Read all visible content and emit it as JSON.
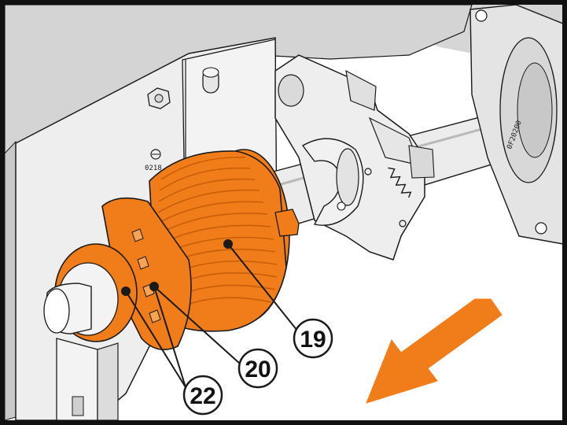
{
  "colors": {
    "housing": "#d2d2d2",
    "panel": "#e9e9e9",
    "panel_dark": "#bdbdbd",
    "orange": "#f07d1a",
    "orange_dark": "#c85e08",
    "orange_light": "#f7a351",
    "metal": "#e4e4e4",
    "outline": "#1a1a1a",
    "frame": "#111111"
  },
  "labels": {
    "stamp_code": "0218",
    "flange_marking": "0F20200"
  },
  "callouts": [
    {
      "id": "19",
      "text": "19"
    },
    {
      "id": "20",
      "text": "20"
    },
    {
      "id": "22",
      "text": "22"
    }
  ],
  "arrow": {
    "direction": "down-left",
    "icon": "direction-arrow-icon"
  }
}
